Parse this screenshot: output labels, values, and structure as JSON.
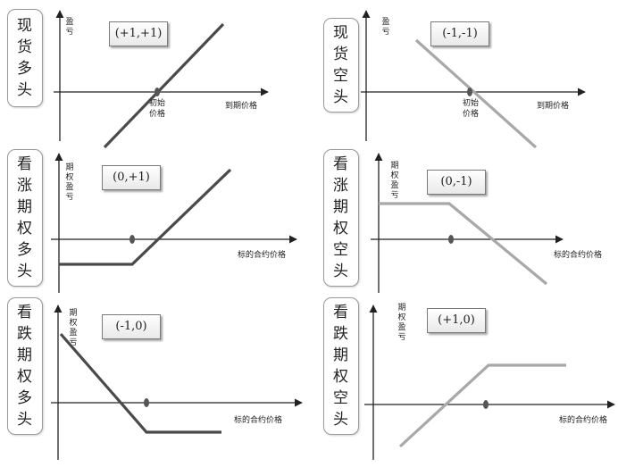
{
  "panels": [
    {
      "id": "spot-long",
      "label_chars": [
        "现",
        "货",
        "多",
        "头"
      ],
      "code": "(+1,+1)",
      "y_axis_chars": [
        "盈",
        "亏"
      ],
      "x_axis_label": "到期价格",
      "origin_chars": [
        "初始",
        "价格"
      ],
      "line_color": "#4a4a4a"
    },
    {
      "id": "spot-short",
      "label_chars": [
        "现",
        "货",
        "空",
        "头"
      ],
      "code": "(-1,-1)",
      "y_axis_chars": [
        "盈",
        "亏"
      ],
      "x_axis_label": "到期价格",
      "origin_chars": [
        "初始",
        "价格"
      ],
      "line_color": "#a8a8a8"
    },
    {
      "id": "call-long",
      "label_chars": [
        "看",
        "涨",
        "期",
        "权",
        "多",
        "头"
      ],
      "code": "(0,+1)",
      "y_axis_chars": [
        "期",
        "权",
        "盈",
        "亏"
      ],
      "x_axis_label": "标的合约价格",
      "line_color": "#4a4a4a"
    },
    {
      "id": "call-short",
      "label_chars": [
        "看",
        "涨",
        "期",
        "权",
        "空",
        "头"
      ],
      "code": "(0,-1)",
      "y_axis_chars": [
        "期",
        "权",
        "盈",
        "亏"
      ],
      "x_axis_label": "标的合约价格",
      "line_color": "#a8a8a8"
    },
    {
      "id": "put-long",
      "label_chars": [
        "看",
        "跌",
        "期",
        "权",
        "多",
        "头"
      ],
      "code": "(-1,0)",
      "y_axis_chars": [
        "期",
        "权",
        "盈",
        "亏"
      ],
      "x_axis_label": "标的合约价格",
      "line_color": "#4a4a4a"
    },
    {
      "id": "put-short",
      "label_chars": [
        "看",
        "跌",
        "期",
        "权",
        "空",
        "头"
      ],
      "code": "(+1,0)",
      "y_axis_chars": [
        "期",
        "权",
        "盈",
        "亏"
      ],
      "x_axis_label": "标的合约价格",
      "line_color": "#a8a8a8"
    }
  ]
}
